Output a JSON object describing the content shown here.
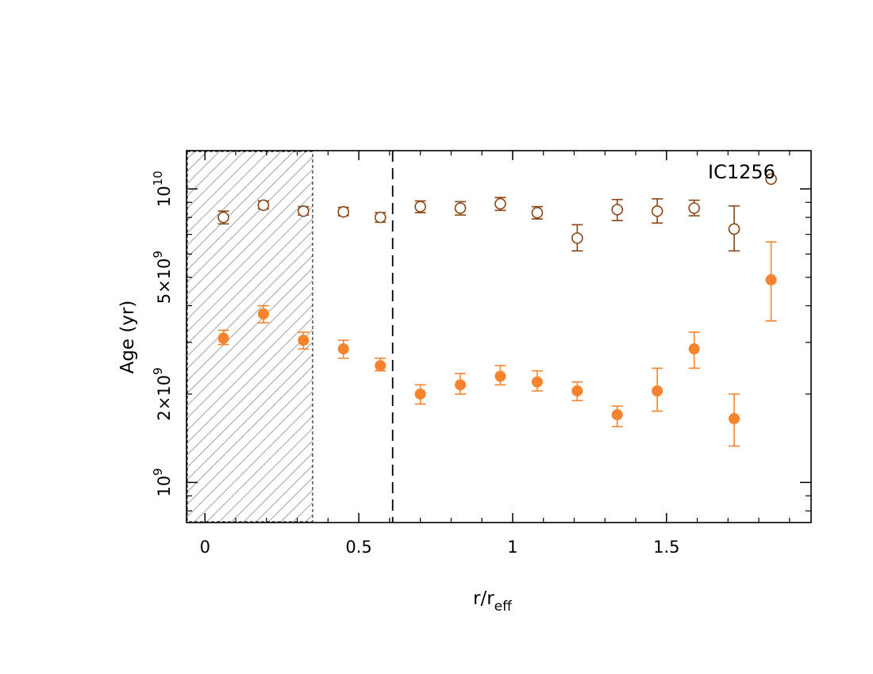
{
  "chart_data": {
    "type": "scatter",
    "title": "",
    "annotation": "IC1256",
    "xlabel": {
      "base": "r/r",
      "sub": "eff"
    },
    "ylabel": "Age (yr)",
    "xlim": [
      -0.06,
      1.97
    ],
    "ylim": [
      730000000.0,
      13500000000.0
    ],
    "y_scale": "log",
    "x_ticks": [
      {
        "value": 0,
        "label": "0"
      },
      {
        "value": 0.5,
        "label": "0.5"
      },
      {
        "value": 1,
        "label": "1"
      },
      {
        "value": 1.5,
        "label": "1.5"
      }
    ],
    "y_ticks": [
      {
        "value": 1000000000.0,
        "base": "10",
        "exp": "9"
      },
      {
        "value": 2000000000.0,
        "base": "2×10",
        "exp": "9"
      },
      {
        "value": 5000000000.0,
        "base": "5×10",
        "exp": "9"
      },
      {
        "value": 10000000000.0,
        "base": "10",
        "exp": "10"
      }
    ],
    "hatched_region": {
      "x": [
        -0.06,
        0.35
      ]
    },
    "vline": {
      "x": 0.61,
      "style": "dashed"
    },
    "series": [
      {
        "marker": "open-circle",
        "color": "#8B4513",
        "x": [
          0.06,
          0.19,
          0.32,
          0.45,
          0.57,
          0.7,
          0.83,
          0.96,
          1.08,
          1.21,
          1.34,
          1.47,
          1.59,
          1.72,
          1.84
        ],
        "y": [
          8000000000.0,
          8800000000.0,
          8400000000.0,
          8350000000.0,
          8000000000.0,
          8700000000.0,
          8600000000.0,
          8900000000.0,
          8300000000.0,
          6800000000.0,
          8500000000.0,
          8400000000.0,
          8600000000.0,
          7300000000.0,
          10800000000.0
        ],
        "err_lo": [
          7600000000.0,
          8550000000.0,
          8150000000.0,
          8100000000.0,
          7700000000.0,
          8300000000.0,
          8150000000.0,
          8450000000.0,
          7900000000.0,
          6150000000.0,
          7800000000.0,
          7650000000.0,
          8100000000.0,
          6150000000.0,
          null
        ],
        "err_hi": [
          8400000000.0,
          9100000000.0,
          8700000000.0,
          8650000000.0,
          8300000000.0,
          9100000000.0,
          9050000000.0,
          9350000000.0,
          8700000000.0,
          7550000000.0,
          9200000000.0,
          9250000000.0,
          9150000000.0,
          8750000000.0,
          null
        ]
      },
      {
        "marker": "filled-circle",
        "color": "#F7832C",
        "x": [
          0.06,
          0.19,
          0.32,
          0.45,
          0.57,
          0.7,
          0.83,
          0.96,
          1.08,
          1.21,
          1.34,
          1.47,
          1.59,
          1.72,
          1.84
        ],
        "y": [
          3100000000.0,
          3750000000.0,
          3050000000.0,
          2850000000.0,
          2500000000.0,
          2000000000.0,
          2150000000.0,
          2300000000.0,
          2200000000.0,
          2050000000.0,
          1700000000.0,
          2050000000.0,
          2850000000.0,
          1650000000.0,
          4900000000.0
        ],
        "err_lo": [
          2950000000.0,
          3500000000.0,
          2850000000.0,
          2650000000.0,
          2400000000.0,
          1850000000.0,
          2000000000.0,
          2150000000.0,
          2050000000.0,
          1900000000.0,
          1550000000.0,
          1750000000.0,
          2450000000.0,
          1330000000.0,
          3550000000.0
        ],
        "err_hi": [
          3300000000.0,
          4000000000.0,
          3250000000.0,
          3050000000.0,
          2650000000.0,
          2150000000.0,
          2350000000.0,
          2500000000.0,
          2400000000.0,
          2200000000.0,
          1820000000.0,
          2450000000.0,
          3250000000.0,
          2000000000.0,
          6600000000.0
        ]
      }
    ]
  }
}
